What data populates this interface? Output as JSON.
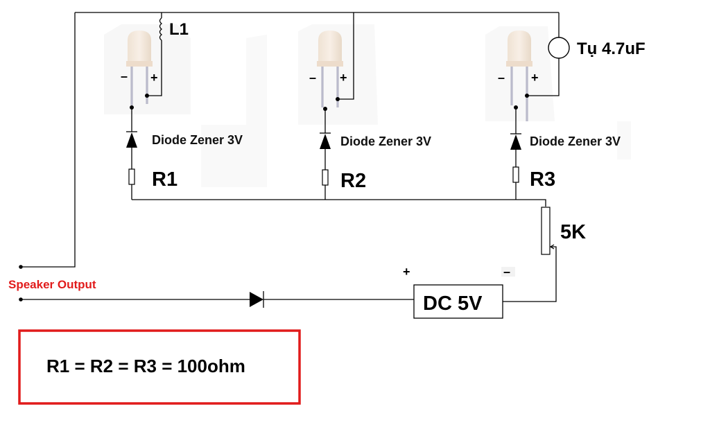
{
  "diagram": {
    "title": "LED VU / audio level indicator circuit",
    "components": {
      "inductor": {
        "label": "L1"
      },
      "capacitor": {
        "label": "Tụ 4.7uF"
      },
      "potentiometer": {
        "label": "5K"
      },
      "power_supply": {
        "label": "DC 5V",
        "plus": "+",
        "minus": "–"
      },
      "speaker": {
        "label": "Speaker Output"
      },
      "leds": [
        {
          "id": "LED1",
          "minus": "–",
          "plus": "+"
        },
        {
          "id": "LED2",
          "minus": "–",
          "plus": "+"
        },
        {
          "id": "LED3",
          "minus": "–",
          "plus": "+"
        }
      ],
      "zeners": [
        {
          "label": "Diode Zener 3V"
        },
        {
          "label": "Diode Zener 3V"
        },
        {
          "label": "Diode Zener 3V"
        }
      ],
      "resistors": [
        {
          "label": "R1"
        },
        {
          "label": "R2"
        },
        {
          "label": "R3"
        }
      ]
    },
    "note": {
      "text": "R1 = R2 = R3 = 100ohm",
      "border_color": "#e11b1b"
    },
    "colors": {
      "wire": "#000000",
      "speaker_label": "#e11b1b",
      "led_body": "#f1e4d6"
    }
  }
}
